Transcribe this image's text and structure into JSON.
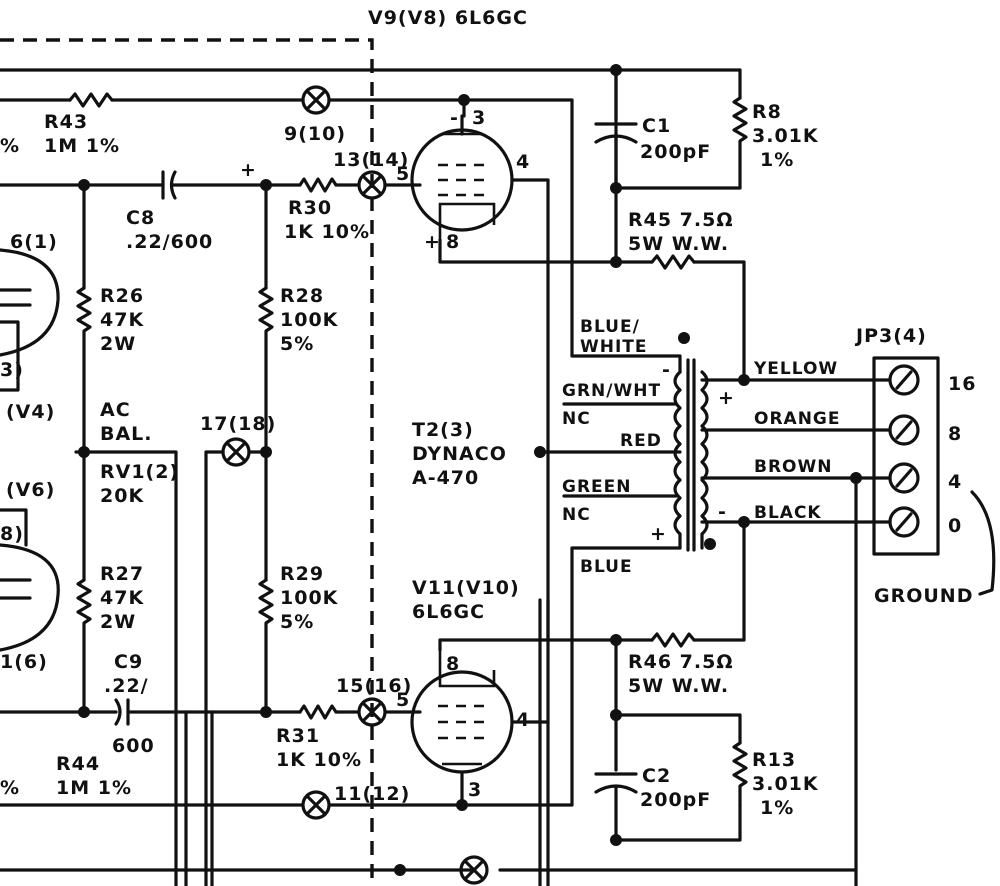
{
  "title": "V9(V8) 6L6GC",
  "labels": {
    "r43": "R43",
    "r43_val": "1M 1%",
    "lamp9": "9(10)",
    "lamp13": "13(14)",
    "pin5_top": "5",
    "pin4_top": "4",
    "pin3_top": "3",
    "pin8_top": "8",
    "minus_top": "-",
    "plus_top": "+",
    "c8": "C8",
    "c8_val": ".22/600",
    "r30": "R30",
    "r30_val": "1K 10%",
    "c1": "C1",
    "c1_val": "200pF",
    "r8": "R8",
    "r8_val": "3.01K",
    "r8_tol": "1%",
    "r45": "R45 7.5Ω",
    "r45_val": "5W W.W.",
    "v6_top": "6(1)",
    "r26": "R26",
    "r26_val": "47K",
    "r26_w": "2W",
    "r28": "R28",
    "r28_val": "100K",
    "r28_tol": "5%",
    "blue_white_1": "BLUE/",
    "blue_white_2": "WHITE",
    "jp3": "JP3(4)",
    "yellow": "YELLOW",
    "orange": "ORANGE",
    "brown": "BROWN",
    "black": "BLACK",
    "grn_wht": "GRN/WHT",
    "nc1": "NC",
    "red": "RED",
    "green": "GREEN",
    "nc2": "NC",
    "blue": "BLUE",
    "t16": "16",
    "t8": "8",
    "t4": "4",
    "t0": "0",
    "ground": "GROUND",
    "v4": "(V4)",
    "v6": "(V6)",
    "ac1": "AC",
    "ac2": "BAL.",
    "lamp17": "17(18)",
    "rv1": "RV1(2)",
    "rv1_val": "20K",
    "t2": "T2(3)",
    "t2_name": "DYNACO",
    "t2_type": "A-470",
    "r27": "R27",
    "r27_val": "47K",
    "r27_w": "2W",
    "r29": "R29",
    "r29_val": "100K",
    "r29_tol": "5%",
    "v11": "V11(V10)",
    "v11_type": "6L6GC",
    "r46": "R46 7.5Ω",
    "r46_val": "5W W.W.",
    "c9": "C9",
    "c9_val1": ".22/",
    "c9_val2": "600",
    "lamp15": "15(16)",
    "pin5_bot": "5",
    "pin8_bot": "8",
    "pin4_bot": "4",
    "pin3_bot": "3",
    "r31": "R31",
    "r31_val": "1K 10%",
    "c2": "C2",
    "c2_val": "200pF",
    "r13": "R13",
    "r13_val": "3.01K",
    "r13_tol": "1%",
    "r44": "R44",
    "r44_val": "1M 1%",
    "lamp11": "11(12)",
    "left_8": "8)",
    "left_3": "3)",
    "left_16": "1(6)",
    "frag_pct1": "%",
    "frag_pct2": "%",
    "plus_t_top": "+",
    "minus_t_left": "-",
    "plus_t_left": "+",
    "plus_sec": "+",
    "minus_sec": "-",
    "plus_c8": "+"
  }
}
